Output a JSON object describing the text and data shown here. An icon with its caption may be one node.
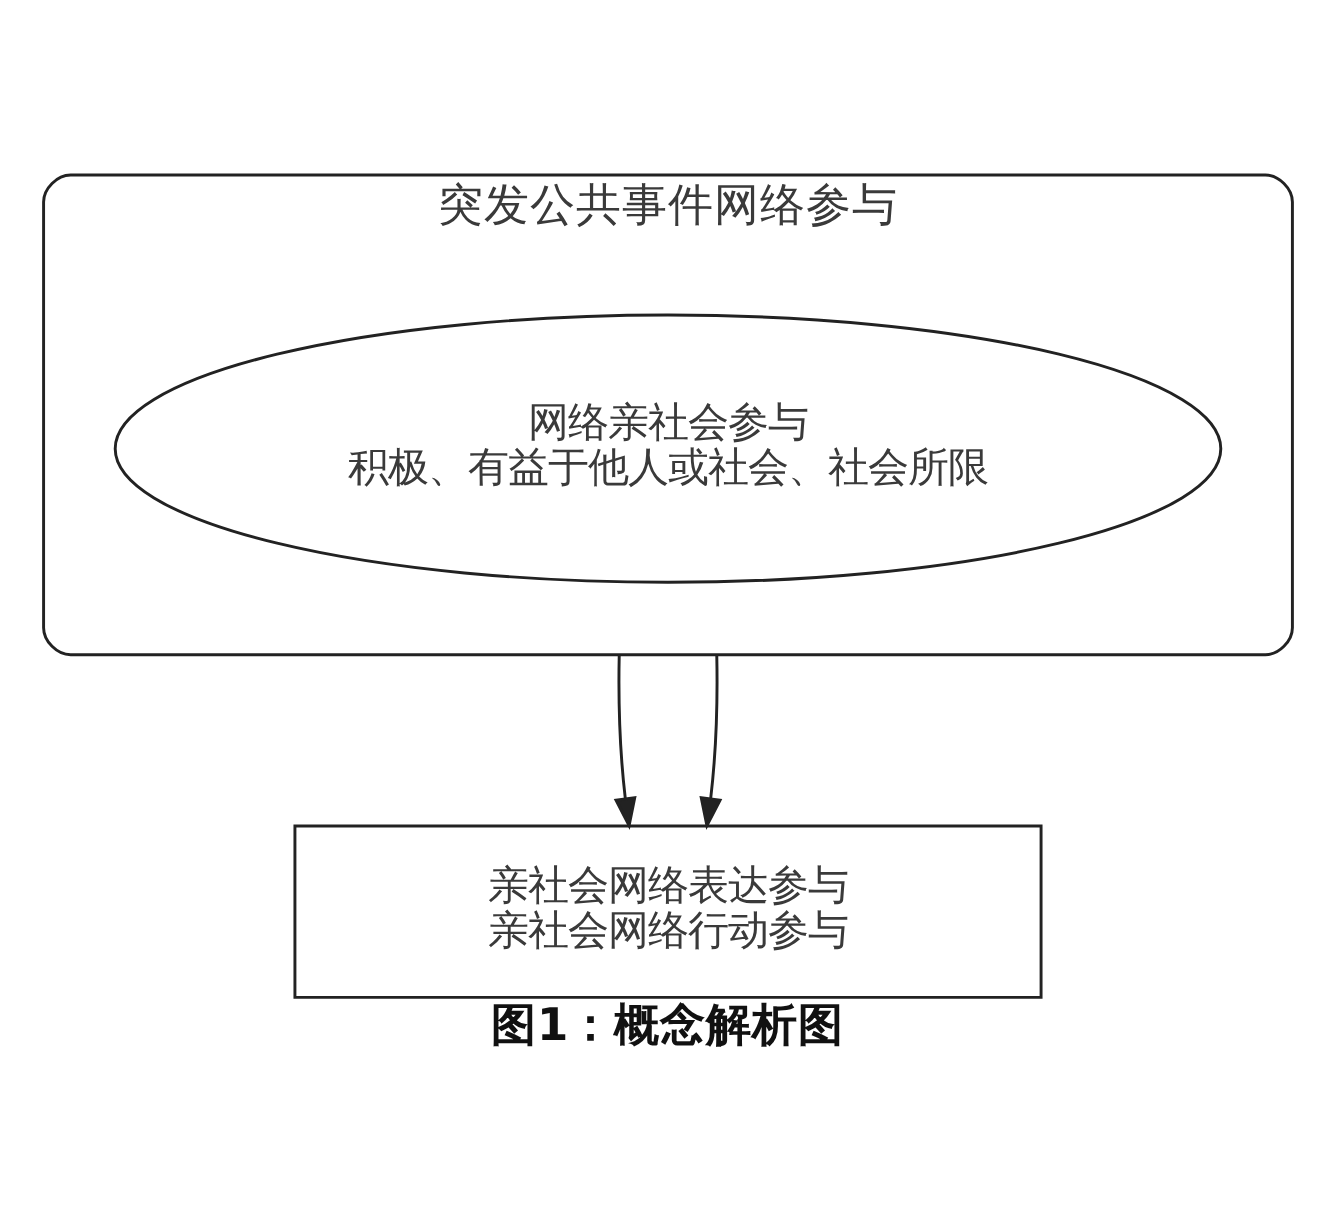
{
  "diagram": {
    "caption": "图1：概念解析图",
    "nodes": [
      {
        "text": [
          "突发公共事件网络参与"
        ]
      },
      {
        "text": [
          "网络亲社会参与",
          "积极、有益于他人或社会、社会所限"
        ],
        "in": 0
      },
      {
        "text": [
          "亲社会网络表达参与",
          "亲社会网络行动参与"
        ]
      }
    ],
    "edges": [
      {
        "from": 0,
        "to": 2,
        "arrow": "to"
      },
      {
        "from": 0,
        "to": 2,
        "arrow": "to"
      }
    ]
  }
}
